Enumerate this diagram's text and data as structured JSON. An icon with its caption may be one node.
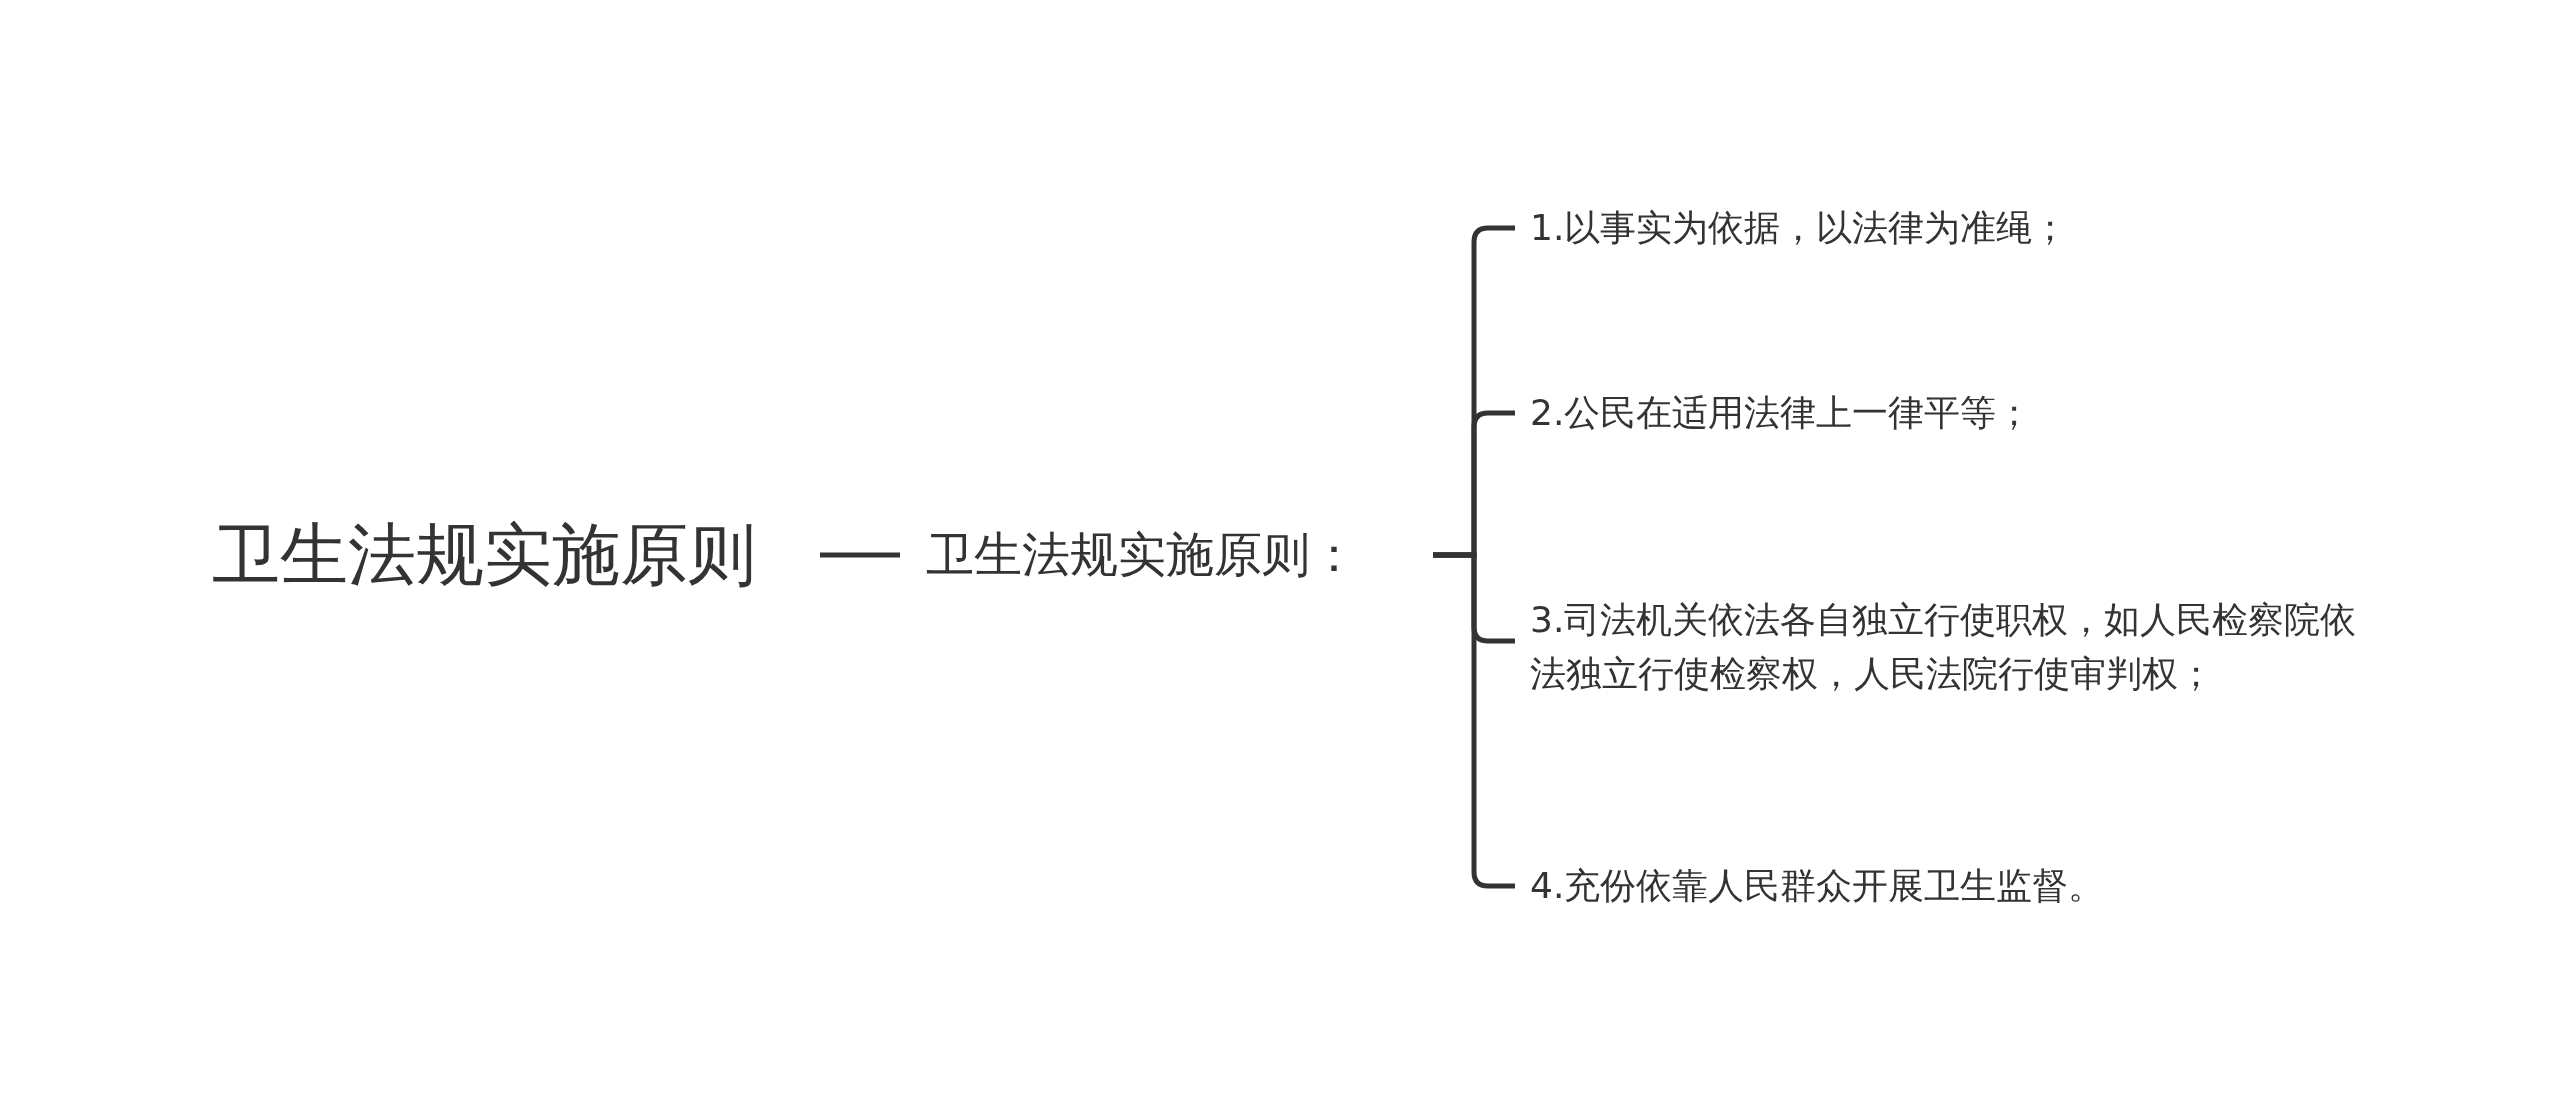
{
  "diagram": {
    "nodes": [
      {
        "text": [
          "卫生法规实施原则"
        ]
      },
      {
        "text": [
          "卫生法规实施原则："
        ]
      },
      {
        "text": [
          "1.以事实为依据，以法律为准绳；"
        ]
      },
      {
        "text": [
          "2.公民在适用法律上一律平等；"
        ]
      },
      {
        "text": [
          "3.司法机关依法各自独立行使职权，如人民检察院依法独立行使检察权，人民法院行使审判权；"
        ]
      },
      {
        "text": [
          "4.充份依靠人民群众开展卫生监督。"
        ]
      }
    ],
    "edges": [
      {
        "from": 0,
        "to": 1,
        "arrow": "none"
      },
      {
        "from": 1,
        "to": 2,
        "arrow": "none"
      },
      {
        "from": 1,
        "to": 3,
        "arrow": "none"
      },
      {
        "from": 1,
        "to": 4,
        "arrow": "none"
      },
      {
        "from": 1,
        "to": 5,
        "arrow": "none"
      }
    ]
  }
}
